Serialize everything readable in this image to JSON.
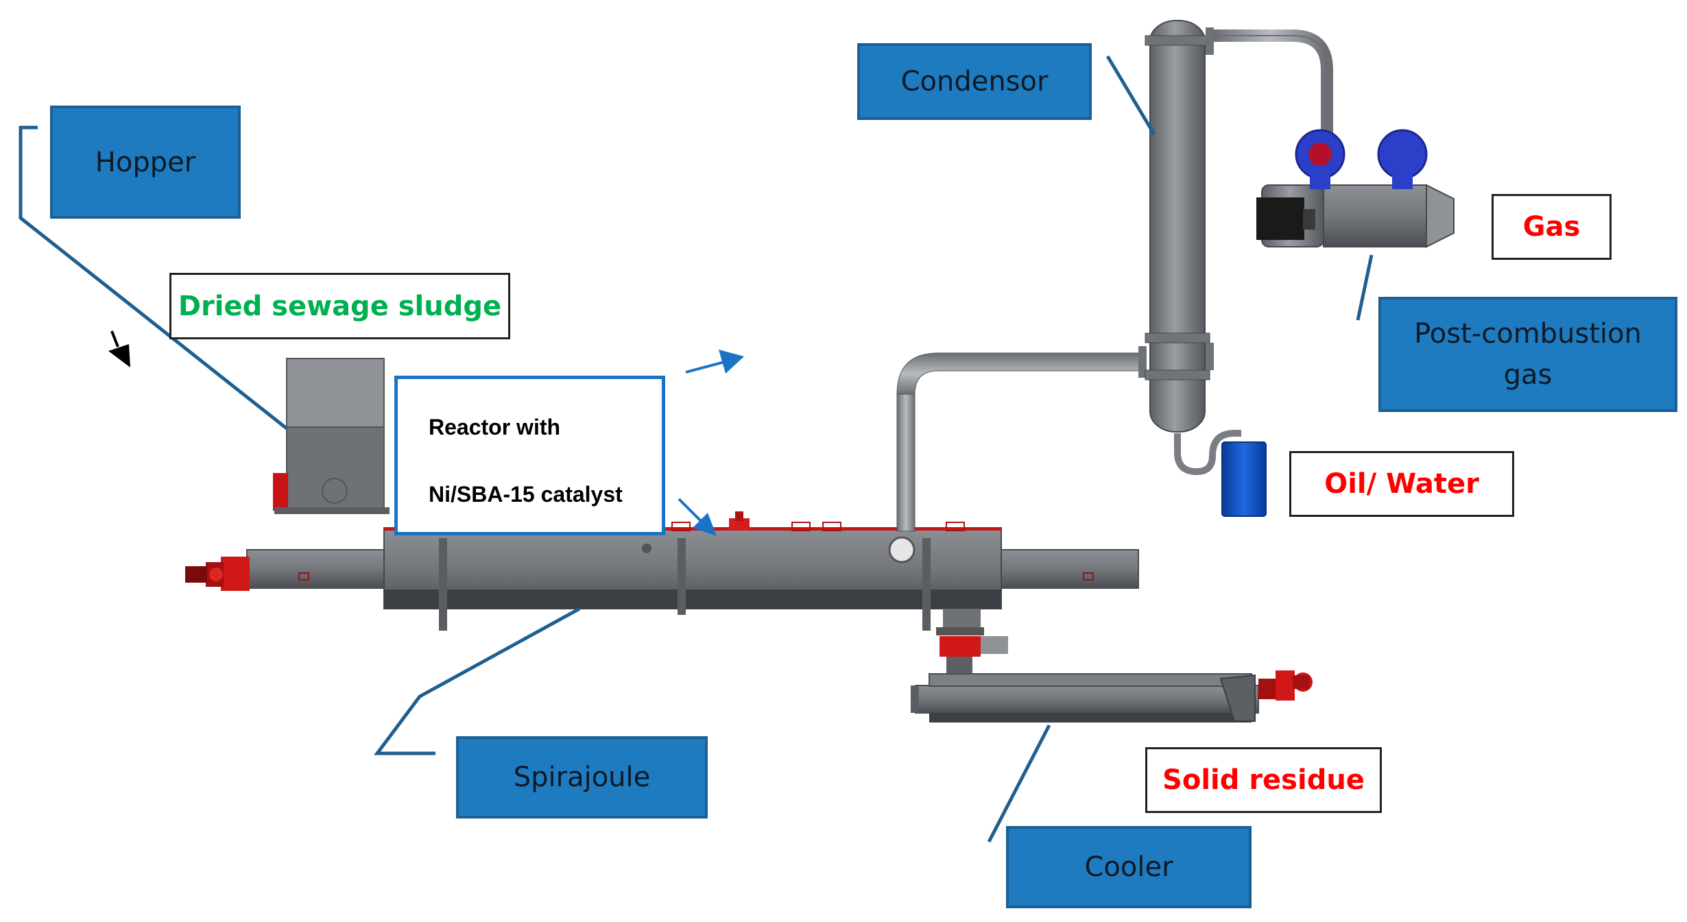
{
  "labels": {
    "hopper": "Hopper",
    "condensor": "Condensor",
    "spirajoule": "Spirajoule",
    "cooler": "Cooler",
    "post_combustion_line1": "Post-combustion",
    "post_combustion_line2": "gas"
  },
  "outputs": {
    "gas": "Gas",
    "oil_water": "Oil/ Water",
    "solid_residue": "Solid residue",
    "dried_sewage_sludge": "Dried sewage sludge"
  },
  "reactor": {
    "line1": "Reactor with",
    "line2": "Ni/SBA-15 catalyst"
  },
  "colors": {
    "label_fill": "#1f7bbf",
    "label_border": "#1b5f94",
    "leader_line": "#1f5f8f",
    "machine_gray": "#707378",
    "motor_red": "#d01818",
    "fan_blue": "#2b3fc8",
    "tank_blue": "#0f4fbf",
    "output_red": "#ff0000",
    "input_green": "#00b050",
    "arrow_blue": "#1a73c7"
  }
}
